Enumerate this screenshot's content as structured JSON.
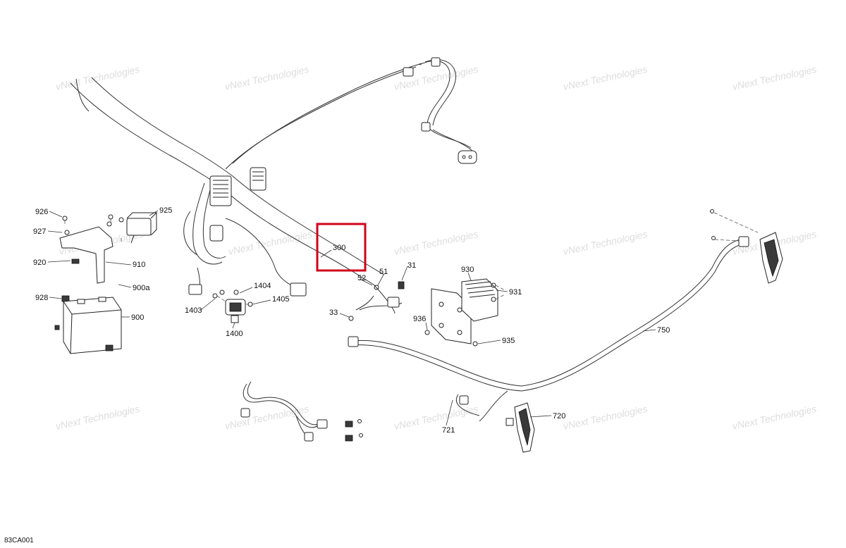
{
  "drawing_code": "83CA001",
  "watermark_text": "vNext Technologies",
  "highlight_color": "#d0021b",
  "callouts": {
    "c926": "926",
    "c925": "925",
    "c927": "927",
    "c910": "910",
    "c920": "920",
    "c900a": "900a",
    "c928": "928",
    "c900": "900",
    "c1404": "1404",
    "c1403": "1403",
    "c1405": "1405",
    "c1400": "1400",
    "c300": "300",
    "c52": "52",
    "c51": "51",
    "c31": "31",
    "c33": "33",
    "c930": "930",
    "c931": "931",
    "c936": "936",
    "c935": "935",
    "c750": "750",
    "c720": "720",
    "c721": "721"
  }
}
